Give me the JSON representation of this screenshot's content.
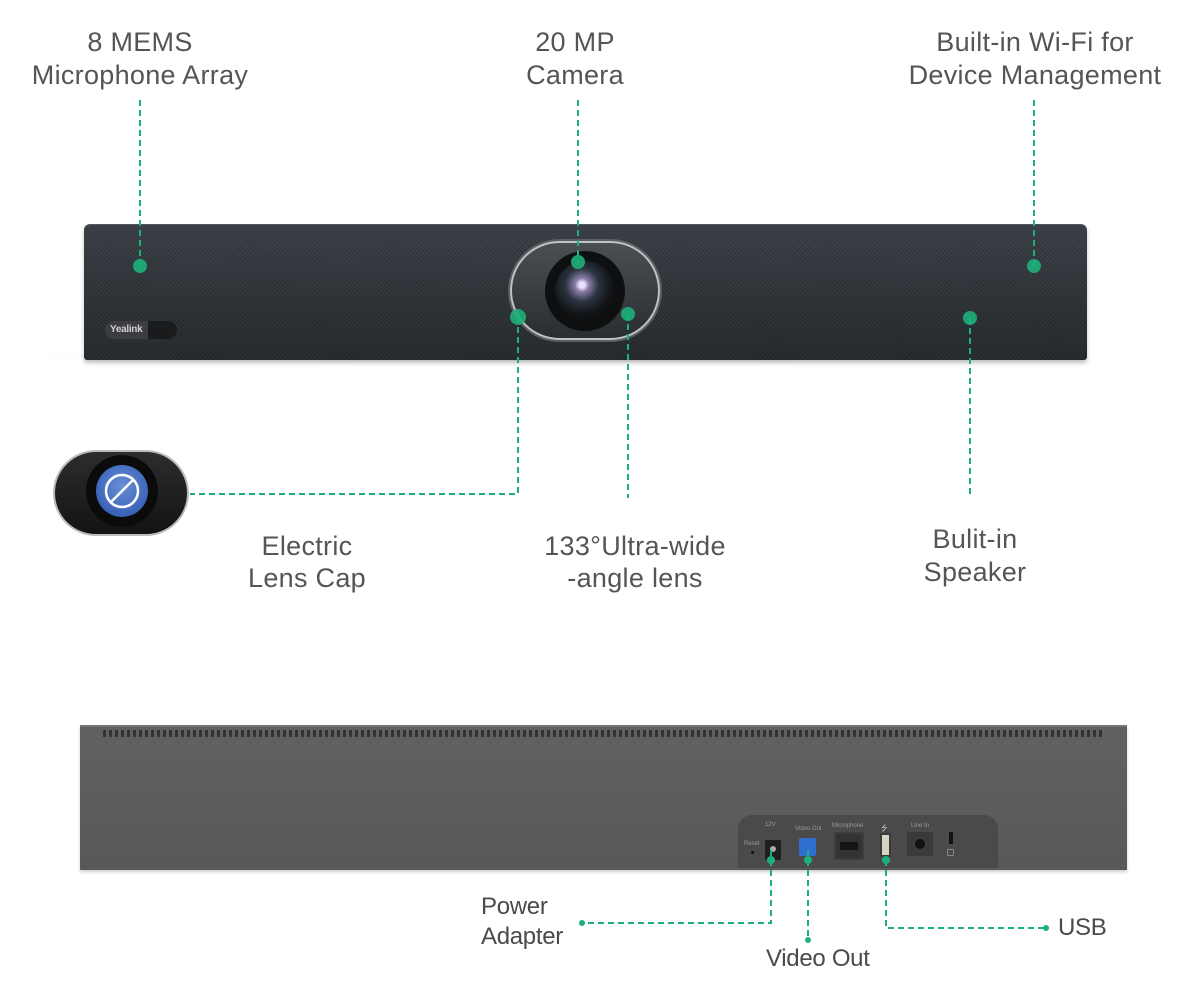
{
  "diagram": {
    "title": "Yealink video bar feature callouts",
    "brand_logo": "Yealink",
    "accent_color": "#1db07a",
    "text_color": "#555555",
    "front_view": {
      "callouts": [
        {
          "id": "microphone",
          "lines": [
            "8 MEMS",
            "Microphone Array"
          ]
        },
        {
          "id": "camera",
          "lines": [
            "20 MP",
            "Camera"
          ]
        },
        {
          "id": "wifi",
          "lines": [
            "Built-in Wi-Fi for",
            "Device Management"
          ]
        },
        {
          "id": "lens-cap",
          "lines": [
            "Electric",
            "Lens Cap"
          ]
        },
        {
          "id": "wide-lens",
          "lines": [
            "133°Ultra-wide",
            "-angle lens"
          ]
        },
        {
          "id": "speaker",
          "lines": [
            "Bulit-in",
            "Speaker"
          ]
        }
      ]
    },
    "back_view": {
      "port_labels": [
        "Reset",
        "12V",
        "Video Out",
        "Microphone",
        "USB",
        "Line In"
      ],
      "callouts": [
        {
          "id": "power",
          "lines": [
            "Power",
            "Adapter"
          ]
        },
        {
          "id": "video-out",
          "lines": [
            "Video Out"
          ]
        },
        {
          "id": "usb",
          "lines": [
            "USB"
          ]
        }
      ]
    }
  }
}
